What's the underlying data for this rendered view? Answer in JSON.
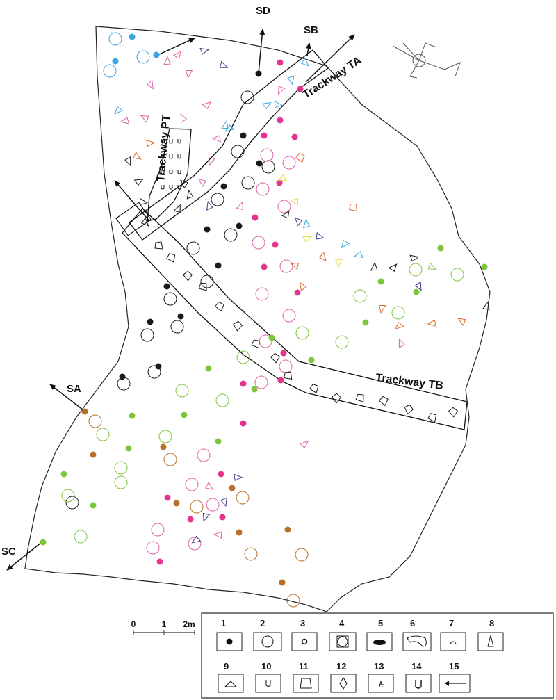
{
  "labels": {
    "sd": "SD",
    "sb": "SB",
    "sa": "SA",
    "sc": "SC",
    "trackway_ta": "Trackway TA",
    "trackway_tb": "Trackway TB",
    "trackway_pt": "Trackway PT"
  },
  "scale_bar": {
    "t0": "0",
    "t1": "1",
    "t2": "2m"
  },
  "legend": {
    "row1": [
      "1",
      "2",
      "3",
      "4",
      "5",
      "6",
      "7",
      "8"
    ],
    "row2": [
      "9",
      "10",
      "11",
      "12",
      "13",
      "14",
      "15"
    ]
  },
  "colors": {
    "black": "#1a1a1a",
    "magenta": "#e5338e",
    "green": "#7dc63c",
    "brown": "#b86f28",
    "blue": "#3aa5e0",
    "pink": "#e05fa8",
    "orange": "#e0662a",
    "yellow": "#e8df3a",
    "navy": "#3a3a8a"
  }
}
